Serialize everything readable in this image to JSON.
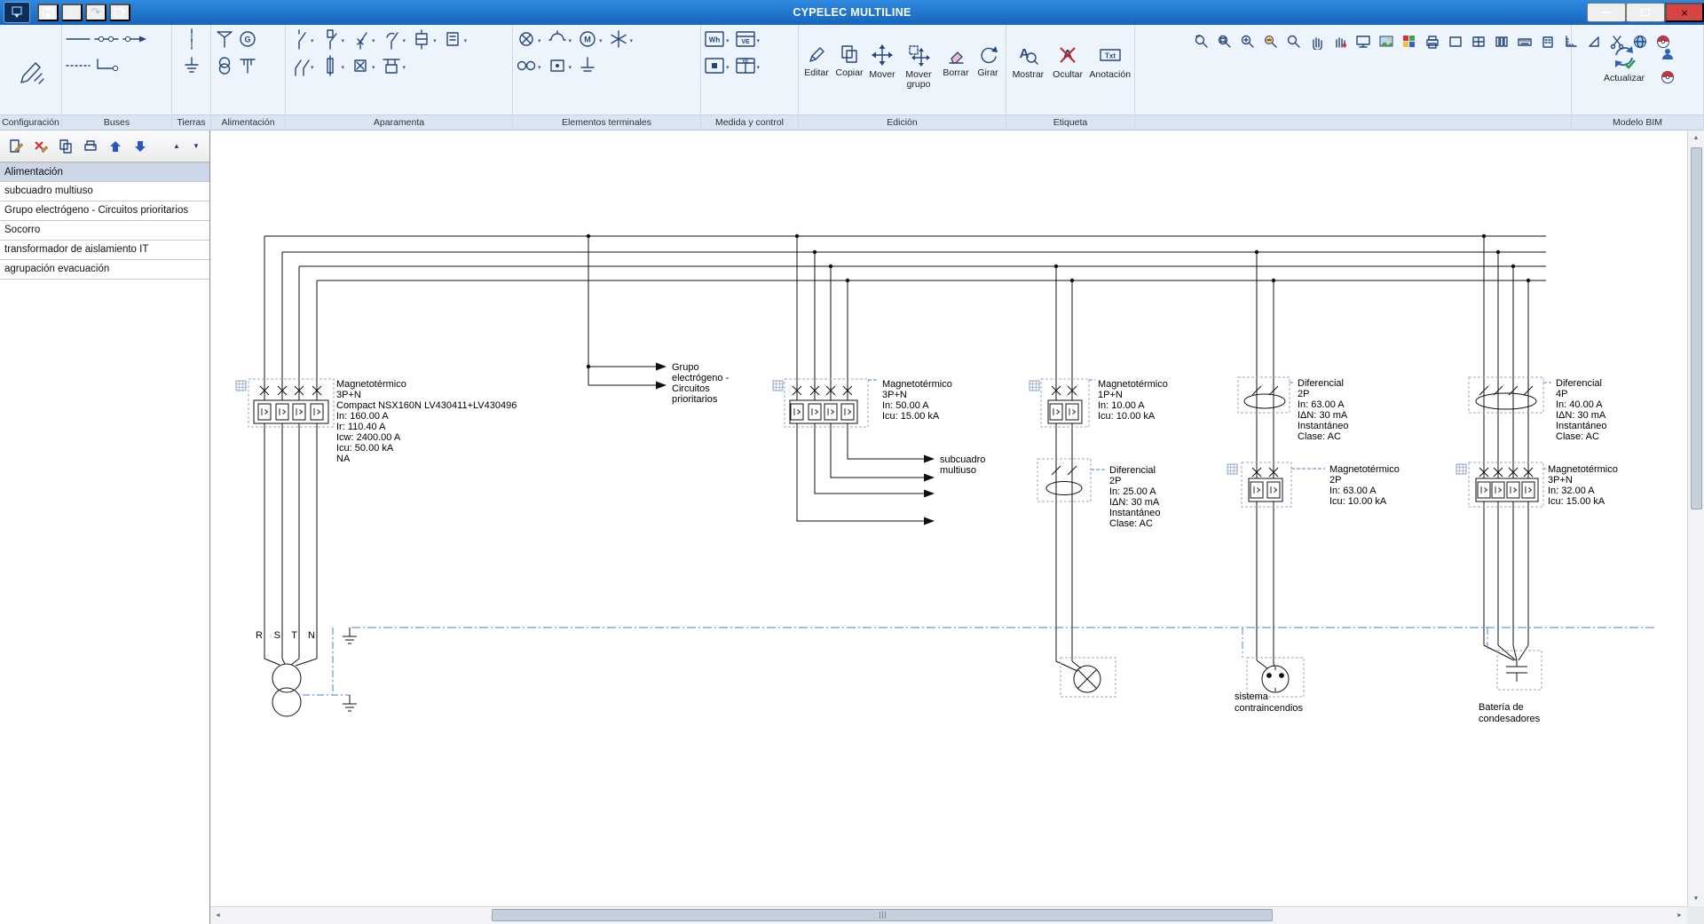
{
  "window": {
    "title": "CYPELEC MULTILINE"
  },
  "ribbon": {
    "group_labels": {
      "configuracion": "Configuración",
      "buses": "Buses",
      "tierras": "Tierras",
      "alimentacion": "Alimentación",
      "aparamenta": "Aparamenta",
      "terminales": "Elementos terminales",
      "medida": "Medida y control",
      "edicion": "Edición",
      "etiqueta": "Etiqueta",
      "bim": "Modelo BIM"
    },
    "edicion_buttons": [
      {
        "label": "Editar"
      },
      {
        "label": "Copiar"
      },
      {
        "label": "Mover"
      },
      {
        "label": "Mover grupo"
      },
      {
        "label": "Borrar"
      },
      {
        "label": "Girar"
      }
    ],
    "etiqueta_buttons": [
      {
        "label": "Mostrar"
      },
      {
        "label": "Ocultar"
      },
      {
        "label": "Anotación"
      }
    ],
    "bim_update_label": "Actualizar",
    "glyphs": {
      "generator": "G",
      "motor": "M",
      "wh_meter": "Wh",
      "ve_meter": "VE",
      "txt": "Txt",
      "label_a": "A"
    }
  },
  "sidebar": {
    "items": [
      {
        "label": "Alimentación"
      },
      {
        "label": "subcuadro multiuso"
      },
      {
        "label": "Grupo electrógeno - Circuitos prioritarios"
      },
      {
        "label": "Socorro"
      },
      {
        "label": "transformador de aislamiento IT"
      },
      {
        "label": "agrupación evacuación"
      }
    ]
  },
  "diagram": {
    "phase_labels": [
      "R",
      "S",
      "T",
      "N"
    ],
    "labels": {
      "main_breaker": [
        "Magnetotérmico",
        "3P+N",
        "Compact NSX160N LV430411+LV430496",
        "In: 160.00 A",
        "Ir: 110.40 A",
        "Icw: 2400.00 A",
        "Icu: 50.00 kA",
        "NA"
      ],
      "genset_feeder": [
        "Grupo",
        "electrógeno -",
        "Circuitos",
        "prioritarios"
      ],
      "subpanel_breaker": [
        "Magnetotérmico",
        "3P+N",
        "In: 50.00 A",
        "Icu: 15.00 kA"
      ],
      "subpanel_feeder": [
        "subcuadro",
        "multiuso"
      ],
      "lighting_breaker": [
        "Magnetotérmico",
        "1P+N",
        "In: 10.00 A",
        "Icu: 10.00 kA"
      ],
      "lighting_rcd": [
        "Diferencial",
        "2P",
        "In: 25.00 A",
        "IΔN: 30 mA",
        "Instantáneo",
        "Clase: AC"
      ],
      "fire_rcd": [
        "Diferencial",
        "2P",
        "In: 63.00 A",
        "IΔN: 30 mA",
        "Instantáneo",
        "Clase: AC"
      ],
      "fire_breaker": [
        "Magnetotérmico",
        "2P",
        "In: 63.00 A",
        "Icu: 10.00 kA"
      ],
      "fire_load": [
        "sistema",
        "contraincendios"
      ],
      "capacitor_rcd": [
        "Diferencial",
        "4P",
        "In: 40.00 A",
        "IΔN: 30 mA",
        "Instantáneo",
        "Clase: AC"
      ],
      "capacitor_breaker": [
        "Magnetotérmico",
        "3P+N",
        "In: 32.00 A",
        "Icu: 15.00 kA"
      ],
      "capacitor_load": [
        "Batería de",
        "condesadores"
      ]
    }
  }
}
